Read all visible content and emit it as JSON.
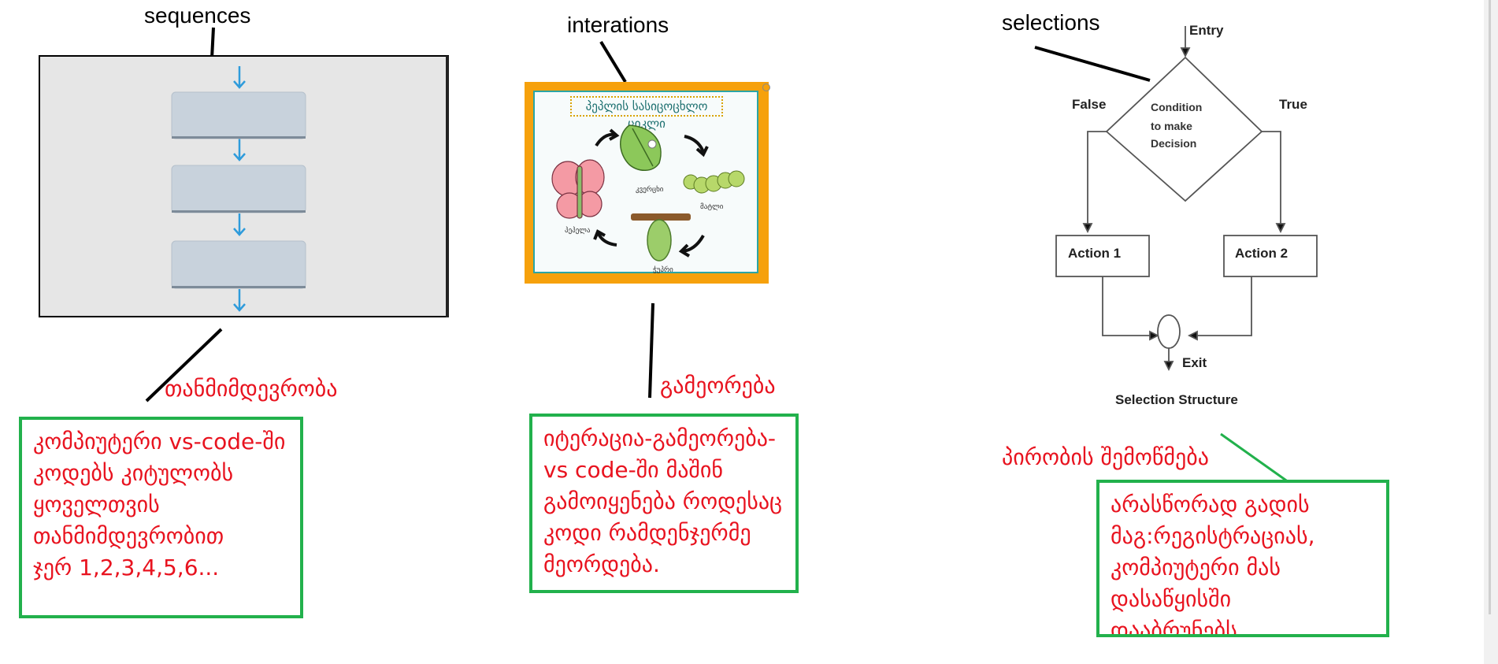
{
  "labels": {
    "sequences": "sequences",
    "interations": "interations",
    "selections": "selections"
  },
  "captions": {
    "sequence": "თანმიმდევრობა",
    "iteration": "გამეორება",
    "selection": "პირობის შემოწმება"
  },
  "notes": {
    "sequence_lines": [
      "კომპიუტერი vs-code-ში",
      "კოდებს კიტულობს",
      "ყოველთვის",
      "თანმიმდევრობით",
      "ჯერ 1,2,3,4,5,6..."
    ],
    "iteration_lines": [
      "იტერაცია-გამეორება-",
      "vs code-ში მაშინ",
      "გამოიყენება როდესაც",
      "კოდი რამდენჯერმე",
      "მეორდება."
    ],
    "selection_lines": [
      "არასწორად გადის",
      "მაგ:რეგისტრაციას,",
      "კომპიუტერი მას",
      "დასაწყისში",
      "დააბრუნებს"
    ]
  },
  "lifecycle": {
    "title": "პეპლის სასიცოცხლო ციკლი",
    "stages": [
      "კვერცხი",
      "მატლი",
      "ჭუპრი",
      "პეპელა"
    ]
  },
  "flowchart": {
    "entry": "Entry",
    "condition_lines": [
      "Condition",
      "to make",
      "Decision"
    ],
    "false_label": "False",
    "true_label": "True",
    "action1": "Action 1",
    "action2": "Action 2",
    "exit": "Exit",
    "caption": "Selection Structure"
  },
  "colors": {
    "note_border": "#22b14c",
    "caption_red": "#e8131f",
    "arrow_blue": "#2e9bdb",
    "frame_orange": "#f6a10c",
    "frame_teal": "#2ba5a5"
  }
}
